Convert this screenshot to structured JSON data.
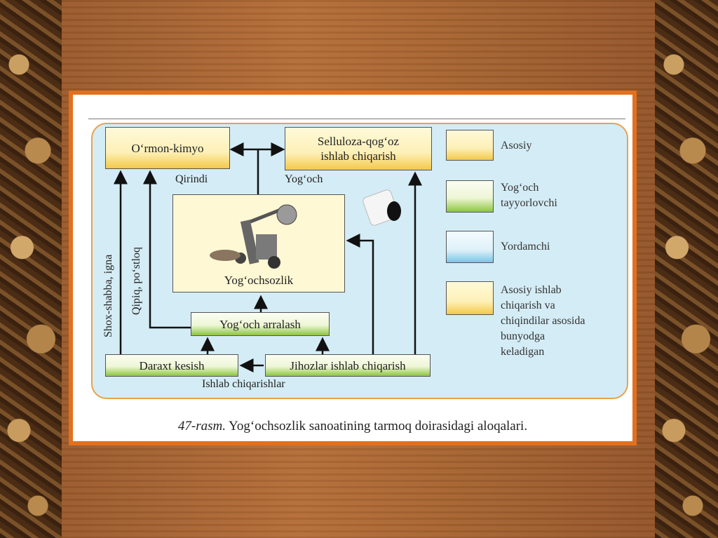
{
  "diagram": {
    "boxes": {
      "ormon_kimyo": "O‘rmon-kimyo",
      "selluloza_line1": "Selluloza-qog‘oz",
      "selluloza_line2": "ishlab chiqarish",
      "yogochsozlik": "Yog‘ochsozlik",
      "yogoch_arralash": "Yog‘och arralash",
      "daraxt_kesish": "Daraxt kesish",
      "jihozlar": "Jihozlar ishlab chiqarish"
    },
    "labels": {
      "qirindi": "Qirindi",
      "yogoch": "Yog‘och",
      "shox_shabba": "Shox-shabba, igna",
      "qipiq": "Qipiq, po‘stloq",
      "ishlab_chiqarishlar": "Ishlab chiqarishlar"
    },
    "legend": [
      {
        "text_lines": [
          "Asosiy"
        ],
        "style": "yellow"
      },
      {
        "text_lines": [
          "Yog‘och",
          "tayyorlovchi"
        ],
        "style": "green"
      },
      {
        "text_lines": [
          "Yordamchi"
        ],
        "style": "blue"
      },
      {
        "text_lines": [
          "Asosiy ishlab",
          "chiqarish va",
          "chiqindilar asosida",
          "bunyodga",
          "keladigan"
        ],
        "style": "yellow"
      }
    ],
    "caption": {
      "prefix": "47-rasm.",
      "text": " Yog‘ochsozlik sanoatining tarmoq doirasidagi aloqalari."
    }
  },
  "colors": {
    "frame": "#e2701e",
    "panel": "#d4ecf5",
    "yellow_box": "#f4c94a",
    "green_box": "#8dc63f",
    "blue_box": "#7ec3e6"
  },
  "icons": [
    "carving-ornament",
    "paper-roll-icon",
    "timber-machine-illustration"
  ]
}
